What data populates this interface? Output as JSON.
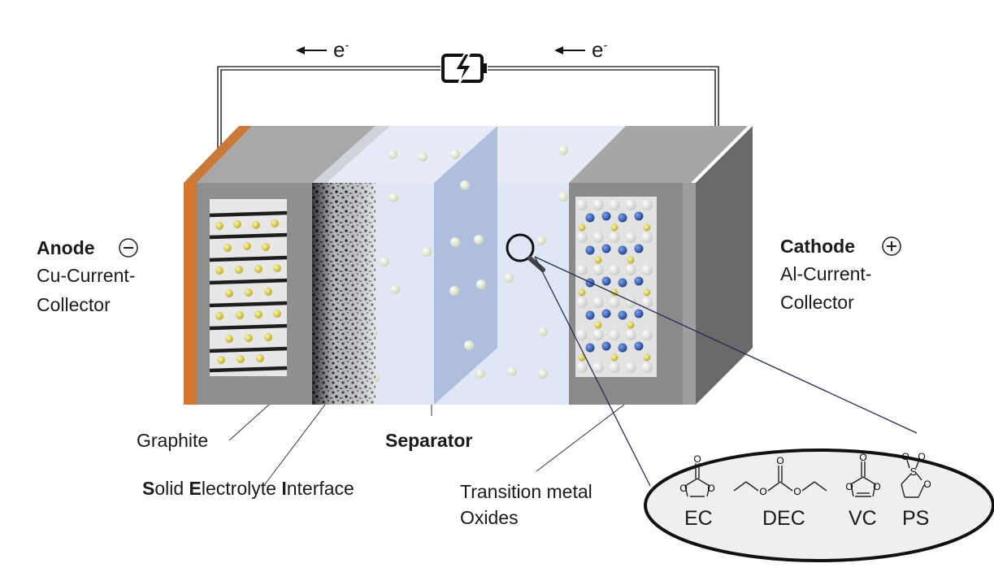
{
  "electron_flow": {
    "label": "e",
    "superscript": "-"
  },
  "anode": {
    "title": "Anode",
    "sign": "-",
    "subtitle_line1": "Cu-Current-",
    "subtitle_line2": "Collector"
  },
  "cathode": {
    "title": "Cathode",
    "sign": "+",
    "subtitle_line1": "Al-Current-",
    "subtitle_line2": "Collector"
  },
  "callouts": {
    "graphite": "Graphite",
    "sei": {
      "p1": "S",
      "p2": "olid ",
      "p3": "E",
      "p4": "lectrolyte ",
      "p5": "I",
      "p6": "nterface"
    },
    "separator": "Separator",
    "tmo_line1": "Transition metal",
    "tmo_line2": "Oxides"
  },
  "molecules": [
    {
      "id": "EC",
      "label": "EC"
    },
    {
      "id": "DEC",
      "label": "DEC"
    },
    {
      "id": "VC",
      "label": "VC"
    },
    {
      "id": "PS",
      "label": "PS"
    }
  ],
  "atom_labels": {
    "oxygen": "O",
    "sulfur": "S"
  },
  "colors": {
    "copper": "#d4762e",
    "anode_block": "#8f8f8f",
    "cathode_block": "#8a8a8a",
    "electrolyte": "#dfe6f5",
    "separator": "#9fb0d6",
    "ion": "#e6ecd6",
    "lithium_yellow": "#d8cc50",
    "cobalt_blue": "#2d5bb5",
    "zoom_oval": "#efefef"
  }
}
